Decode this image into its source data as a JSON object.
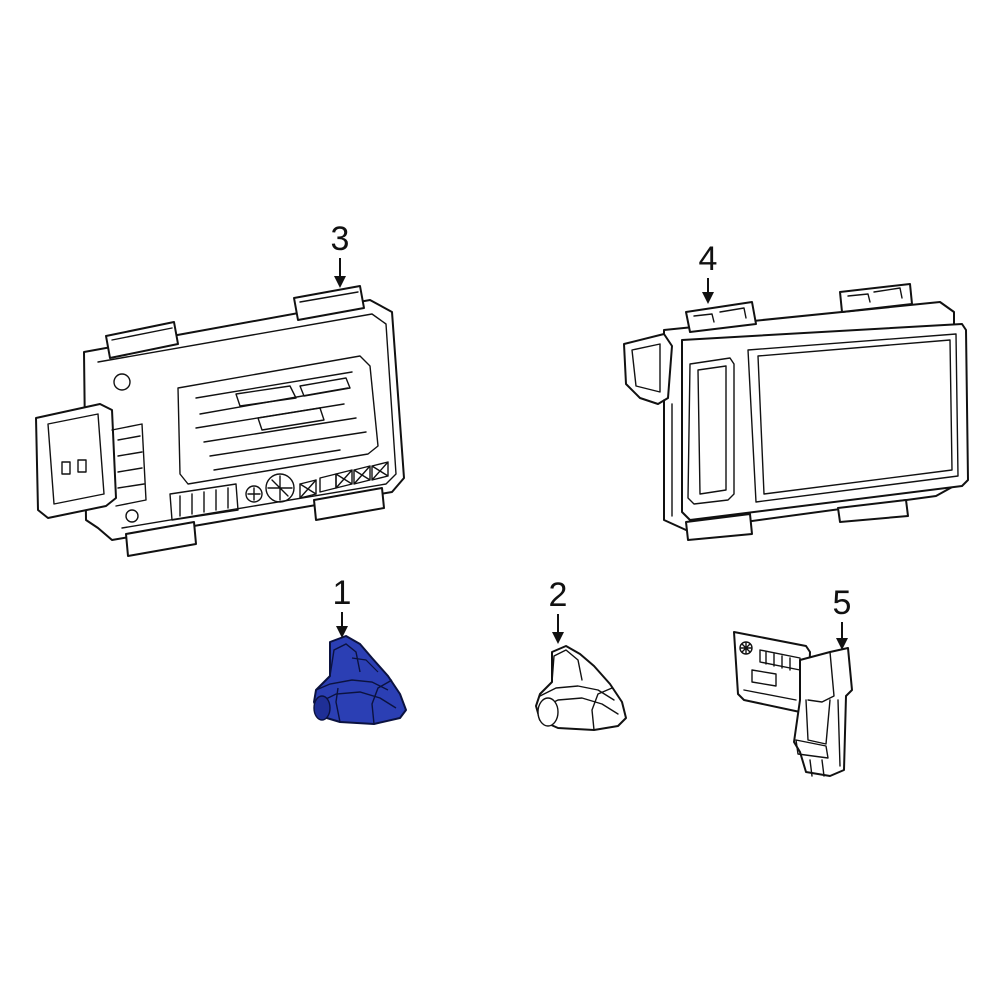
{
  "diagram": {
    "highlight_color": "#2b3fb4",
    "line_color": "#111111",
    "callouts": [
      {
        "number": "1",
        "part": "part-1"
      },
      {
        "number": "2",
        "part": "part-2"
      },
      {
        "number": "3",
        "part": "part-3"
      },
      {
        "number": "4",
        "part": "part-4"
      },
      {
        "number": "5",
        "part": "part-5"
      }
    ],
    "highlighted_part": "1"
  }
}
